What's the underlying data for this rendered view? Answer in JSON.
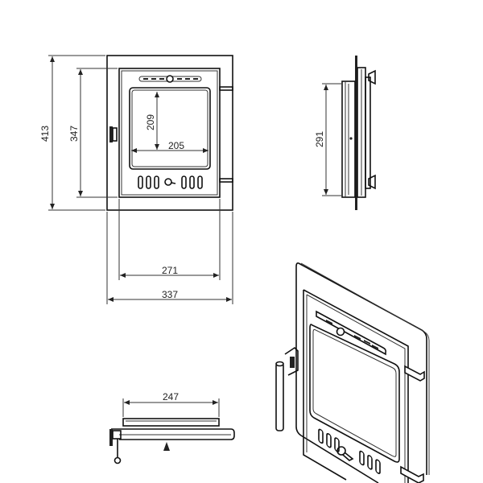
{
  "dimensions": {
    "outer_height": "413",
    "inner_height": "347",
    "glass_height": "209",
    "glass_width": "205",
    "inner_width": "271",
    "outer_width": "337",
    "side_height": "291",
    "bottom_width": "247"
  },
  "colors": {
    "line": "#111111",
    "background": "#ffffff"
  }
}
